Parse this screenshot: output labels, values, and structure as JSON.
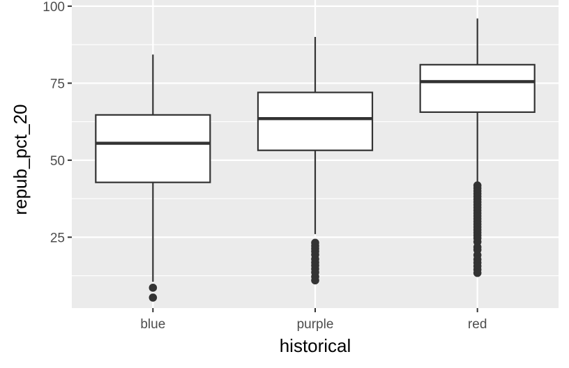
{
  "chart_data": {
    "type": "boxplot",
    "xlabel": "historical",
    "ylabel": "repub_pct_20",
    "ylim": [
      2,
      102
    ],
    "yticks": [
      25,
      50,
      75,
      100
    ],
    "grid": true,
    "legend": "none",
    "colors": {
      "panel": "#ebebeb",
      "grid": "#ffffff",
      "box_fill": "#ffffff",
      "stroke": "#333333"
    },
    "categories": [
      "blue",
      "purple",
      "red"
    ],
    "boxes": [
      {
        "category": "blue",
        "whisker_low": 10.5,
        "q1": 42.8,
        "median": 55.5,
        "q3": 64.7,
        "whisker_high": 84.3,
        "outliers": [
          8.6,
          5.4
        ]
      },
      {
        "category": "purple",
        "whisker_low": 26.0,
        "q1": 53.2,
        "median": 63.5,
        "q3": 72.0,
        "whisker_high": 90.0,
        "outliers": [
          23.2,
          22.2,
          21.3,
          20.4,
          19.3,
          17.9,
          16.8,
          15.8,
          14.7,
          13.6,
          12.2,
          11.0
        ]
      },
      {
        "category": "red",
        "whisker_low": 43.0,
        "q1": 65.6,
        "median": 75.5,
        "q3": 81.0,
        "whisker_high": 96.0,
        "outliers": [
          41.8,
          40.9,
          40.0,
          39.1,
          38.2,
          37.3,
          36.4,
          35.5,
          34.6,
          33.7,
          32.8,
          31.9,
          31.0,
          30.1,
          29.2,
          28.3,
          27.4,
          26.5,
          25.6,
          24.7,
          23.5,
          21.8,
          20.9,
          19.2,
          17.8,
          16.7,
          15.6,
          14.5,
          13.4
        ]
      }
    ]
  }
}
